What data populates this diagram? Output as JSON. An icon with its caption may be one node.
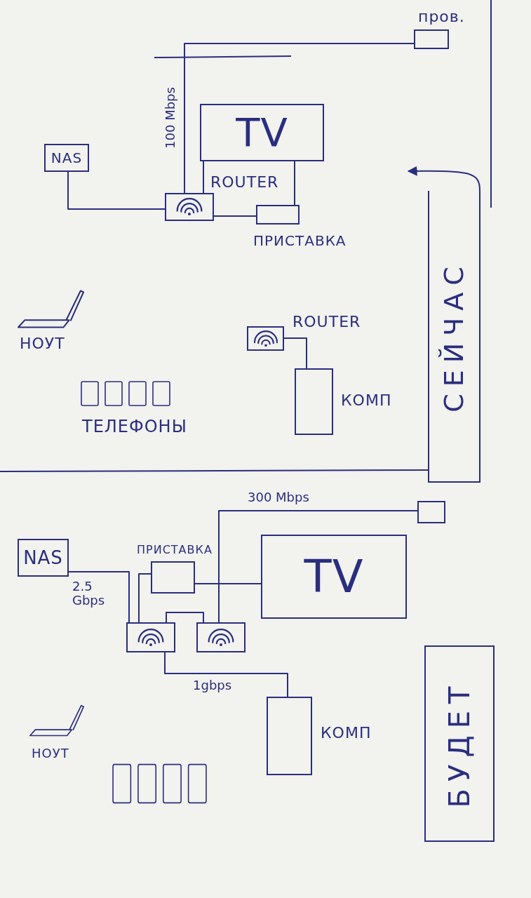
{
  "diagram": {
    "nodes": [
      {
        "text": [
          "пров."
        ]
      },
      {
        "text": [
          "TV"
        ]
      },
      {
        "text": [
          "NAS"
        ]
      },
      {
        "text": [
          "ROUTER"
        ]
      },
      {
        "text": [
          "ПРИСТАВКА"
        ]
      },
      {
        "text": [
          "НОУТ"
        ]
      },
      {
        "text": [
          "ROUTER"
        ]
      },
      {
        "text": [
          "КОМП"
        ]
      },
      {
        "text": [
          "ТЕЛЕФОНЫ"
        ]
      },
      {
        "text": [
          "СЕЙЧАС"
        ]
      },
      {
        "text": [],
        "shape": "box"
      },
      {
        "text": [
          "NAS"
        ]
      },
      {
        "text": [
          "ПРИСТАВКА"
        ]
      },
      {
        "text": [
          "TV"
        ]
      },
      {
        "text": [],
        "shape": "box"
      },
      {
        "text": [],
        "shape": "box"
      },
      {
        "text": [
          "КОМП"
        ]
      },
      {
        "text": [
          "НОУТ"
        ]
      },
      {
        "text": [],
        "shape": "picture"
      },
      {
        "text": [
          "БУДЕТ"
        ]
      }
    ],
    "edges": [
      {
        "from": 0,
        "to": 3,
        "arrow": "none",
        "label": "100 Mbps"
      },
      {
        "from": 2,
        "to": 3,
        "arrow": "none"
      },
      {
        "from": 3,
        "to": 1,
        "arrow": "none"
      },
      {
        "from": 3,
        "to": 4,
        "arrow": "none"
      },
      {
        "from": 4,
        "to": 1,
        "arrow": "none"
      },
      {
        "from": 6,
        "to": 7,
        "arrow": "none"
      },
      {
        "from": 10,
        "to": 15,
        "arrow": "none",
        "label": "300 Mbps"
      },
      {
        "from": 11,
        "to": 14,
        "arrow": "none",
        "label": "2.5 Gbps"
      },
      {
        "from": 12,
        "to": 14,
        "arrow": "none"
      },
      {
        "from": 12,
        "to": 13,
        "arrow": "none"
      },
      {
        "from": 14,
        "to": 15,
        "arrow": "none"
      },
      {
        "from": 14,
        "to": 16,
        "arrow": "none",
        "label": "1gbps"
      },
      {
        "from": 9,
        "to": null,
        "arrow": "to"
      }
    ]
  }
}
